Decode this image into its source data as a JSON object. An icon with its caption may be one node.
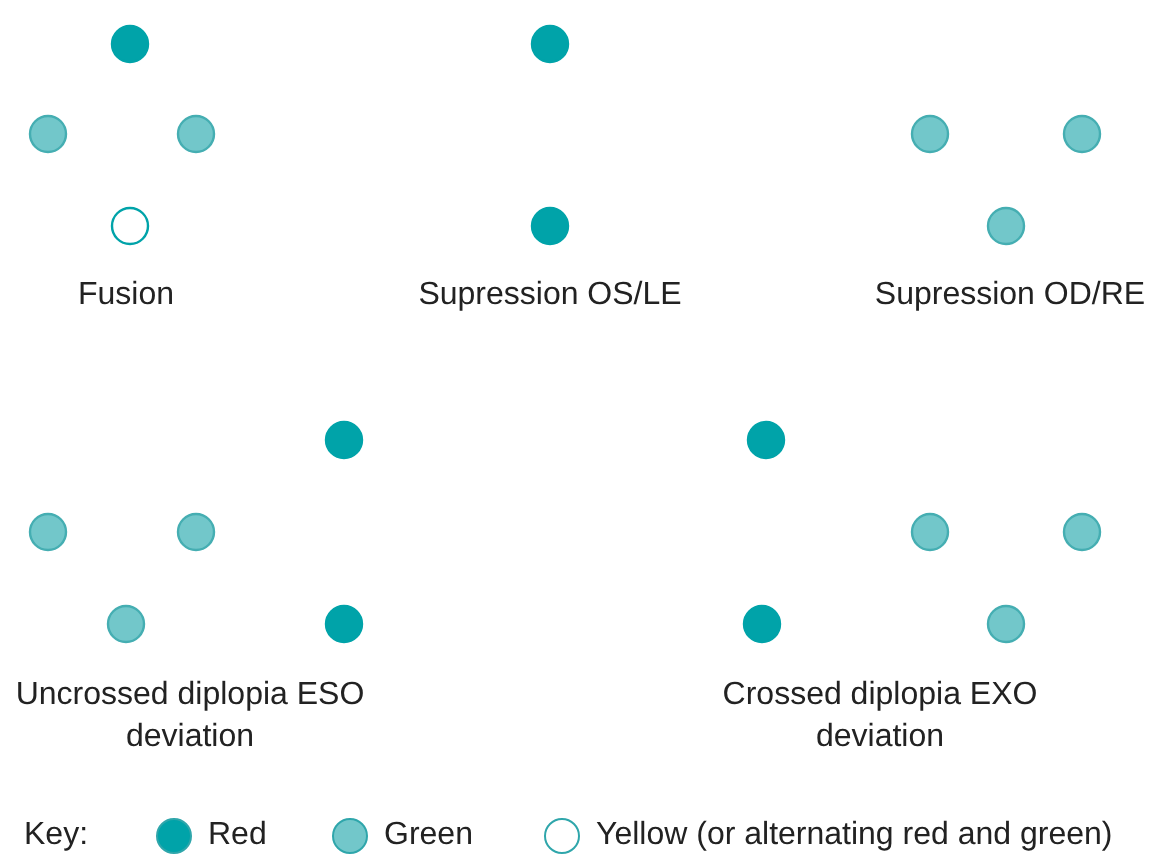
{
  "diagram": {
    "labels": [
      "Fusion",
      "Supression OS/LE",
      "Supression OD/RE",
      "Uncrossed diplopia ESO deviation",
      "Crossed diplopia EXO deviation",
      "Key:"
    ],
    "legend": [
      {
        "text": "Red",
        "color": "#00a3a9"
      },
      {
        "text": "Green",
        "color": "#72c7ca"
      },
      {
        "text": "Yellow (or alternating red and green)",
        "color": "#ffffff"
      }
    ]
  }
}
